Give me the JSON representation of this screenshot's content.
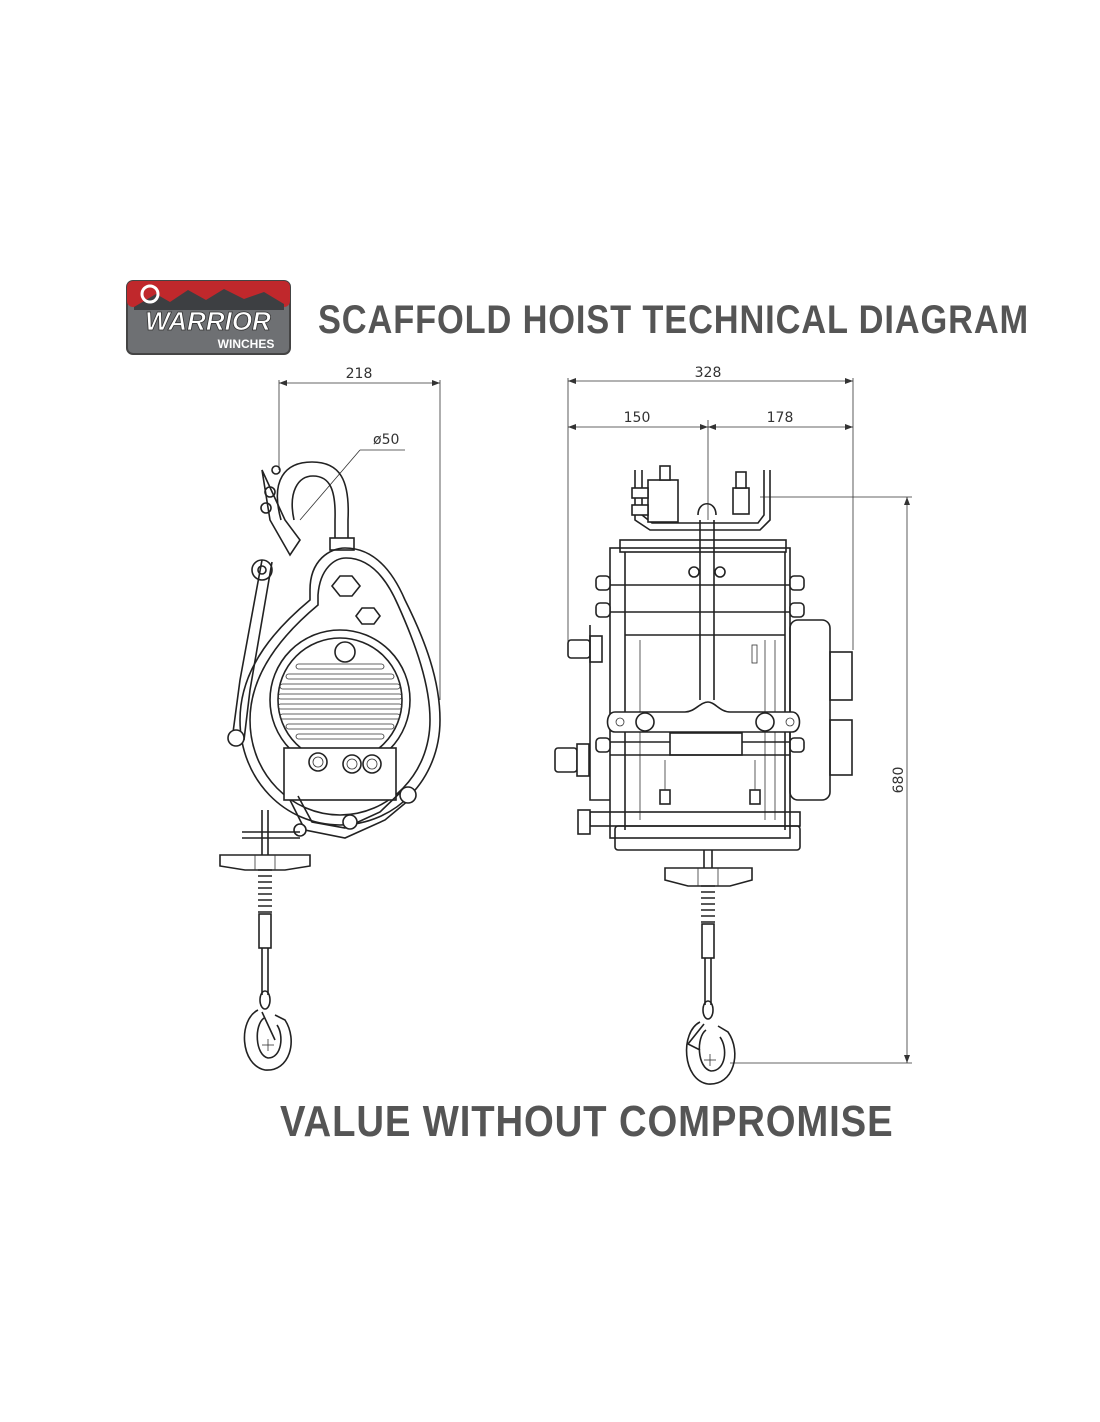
{
  "logo": {
    "brand_text": "WARRIOR",
    "sub_text": "WINCHES"
  },
  "title": "SCAFFOLD HOIST TECHNICAL DIAGRAM",
  "tagline": "VALUE WITHOUT COMPROMISE",
  "dimensions": {
    "side_width": "218",
    "hook_diameter": "ø50",
    "front_width": "328",
    "front_left": "150",
    "front_right": "178",
    "height": "680"
  },
  "colors": {
    "logo_red": "#c0282c",
    "logo_grey": "#6e7073",
    "text_grey": "#555555"
  }
}
